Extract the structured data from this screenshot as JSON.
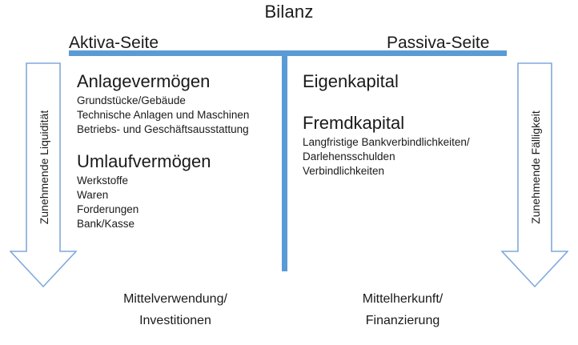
{
  "diagram": {
    "title": "Bilanz",
    "accent_color": "#5B9BD5",
    "sides": {
      "left": {
        "heading": "Aktiva-Seite",
        "caption": "Mittelverwendung/\nInvestitionen",
        "blocks": [
          {
            "heading": "Anlagevermögen",
            "items": [
              "Grundstücke/Gebäude",
              "Technische Anlagen und Maschinen",
              "Betriebs- und Geschäftsausstattung"
            ]
          },
          {
            "heading": "Umlaufvermögen",
            "items": [
              "Werkstoffe",
              "Waren",
              "Forderungen",
              "Bank/Kasse"
            ]
          }
        ]
      },
      "right": {
        "heading": "Passiva-Seite",
        "caption": "Mittelherkunft/\nFinanzierung",
        "blocks": [
          {
            "heading": "Eigenkapital",
            "items": []
          },
          {
            "heading": "Fremdkapital",
            "items": [
              "Langfristige Bankverbindlichkeiten/",
              "Darlehensschulden",
              "Verbindlichkeiten"
            ]
          }
        ]
      }
    },
    "arrows": {
      "left": {
        "label": "Zunehmende Liquidität",
        "direction": "down"
      },
      "right": {
        "label": "Zunehmende Fälligkeit",
        "direction": "down"
      }
    }
  }
}
